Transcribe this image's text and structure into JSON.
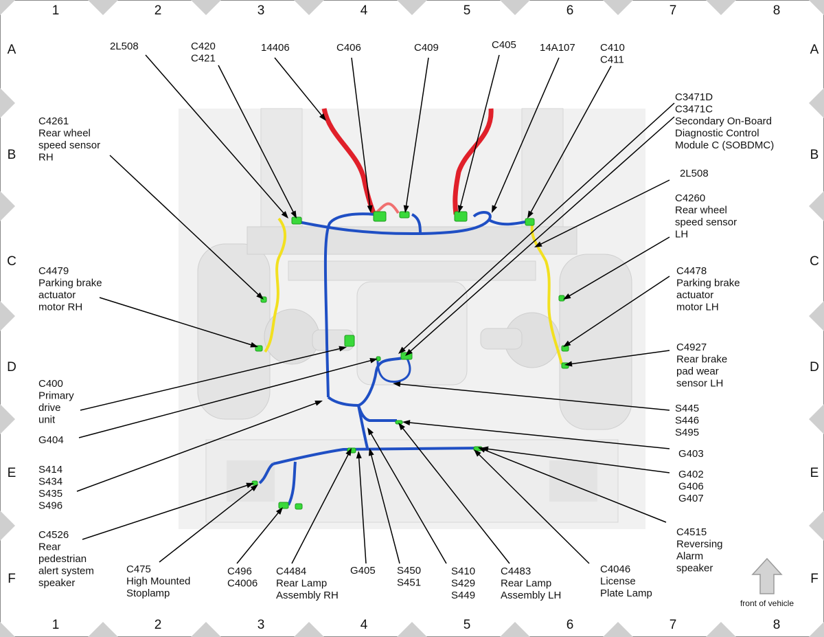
{
  "grid": {
    "columns": [
      "1",
      "2",
      "3",
      "4",
      "5",
      "6",
      "7",
      "8"
    ],
    "rows": [
      "A",
      "B",
      "C",
      "D",
      "E",
      "F"
    ]
  },
  "callouts": [
    {
      "id": "c-2l508-rh",
      "lines": [
        "2L508"
      ]
    },
    {
      "id": "c-c420",
      "lines": [
        "C420",
        "C421"
      ]
    },
    {
      "id": "c-14406",
      "lines": [
        "14406"
      ]
    },
    {
      "id": "c-c406",
      "lines": [
        "C406"
      ]
    },
    {
      "id": "c-c409",
      "lines": [
        "C409"
      ]
    },
    {
      "id": "c-c405",
      "lines": [
        "C405"
      ]
    },
    {
      "id": "c-14a107",
      "lines": [
        "14A107"
      ]
    },
    {
      "id": "c-c410",
      "lines": [
        "C410",
        "C411"
      ]
    },
    {
      "id": "c-c3471",
      "lines": [
        "C3471D",
        "C3471C",
        "Secondary On-Board",
        "Diagnostic Control",
        "Module C (SOBDMC)"
      ]
    },
    {
      "id": "c-2l508-lh",
      "lines": [
        "2L508"
      ]
    },
    {
      "id": "c-c4260",
      "lines": [
        "C4260",
        "Rear wheel",
        "speed sensor",
        "LH"
      ]
    },
    {
      "id": "c-c4478",
      "lines": [
        "C4478",
        "Parking brake",
        "actuator",
        "motor LH"
      ]
    },
    {
      "id": "c-c4927",
      "lines": [
        "C4927",
        "Rear brake",
        "pad wear",
        "sensor LH"
      ]
    },
    {
      "id": "c-s445",
      "lines": [
        "S445",
        "S446",
        "S495"
      ]
    },
    {
      "id": "c-g403",
      "lines": [
        "G403"
      ]
    },
    {
      "id": "c-g402",
      "lines": [
        "G402",
        "G406",
        "G407"
      ]
    },
    {
      "id": "c-c4515",
      "lines": [
        "C4515",
        "Reversing",
        "Alarm",
        "speaker"
      ]
    },
    {
      "id": "c-c4046",
      "lines": [
        "C4046",
        "License",
        "Plate Lamp"
      ]
    },
    {
      "id": "c-c4483",
      "lines": [
        "C4483",
        "Rear Lamp",
        "Assembly LH"
      ]
    },
    {
      "id": "c-s410",
      "lines": [
        "S410",
        "S429",
        "S449"
      ]
    },
    {
      "id": "c-s450",
      "lines": [
        "S450",
        "S451"
      ]
    },
    {
      "id": "c-g405",
      "lines": [
        "G405"
      ]
    },
    {
      "id": "c-c4484",
      "lines": [
        "C4484",
        "Rear Lamp",
        "Assembly RH"
      ]
    },
    {
      "id": "c-c496",
      "lines": [
        "C496",
        "C4006"
      ]
    },
    {
      "id": "c-c475",
      "lines": [
        "C475",
        "High Mounted",
        "Stoplamp"
      ]
    },
    {
      "id": "c-c4526",
      "lines": [
        "C4526",
        "Rear",
        "pedestrian",
        "alert system",
        "speaker"
      ]
    },
    {
      "id": "c-s414",
      "lines": [
        "S414",
        "S434",
        "S435",
        "S496"
      ]
    },
    {
      "id": "c-g404",
      "lines": [
        "G404"
      ]
    },
    {
      "id": "c-c400",
      "lines": [
        "C400",
        "Primary",
        "drive",
        "unit"
      ]
    },
    {
      "id": "c-c4479",
      "lines": [
        "C4479",
        "Parking brake",
        "actuator",
        "motor RH"
      ]
    },
    {
      "id": "c-c4261",
      "lines": [
        "C4261",
        "Rear wheel",
        "speed sensor",
        "RH"
      ]
    }
  ],
  "front_of_vehicle": "front of vehicle",
  "colors": {
    "harness_blue": "#1f4fc4",
    "harness_red": "#e0202a",
    "harness_yellow": "#f2e020",
    "connector_green": "#39d93a",
    "marker_grey": "#cfcfcf"
  }
}
